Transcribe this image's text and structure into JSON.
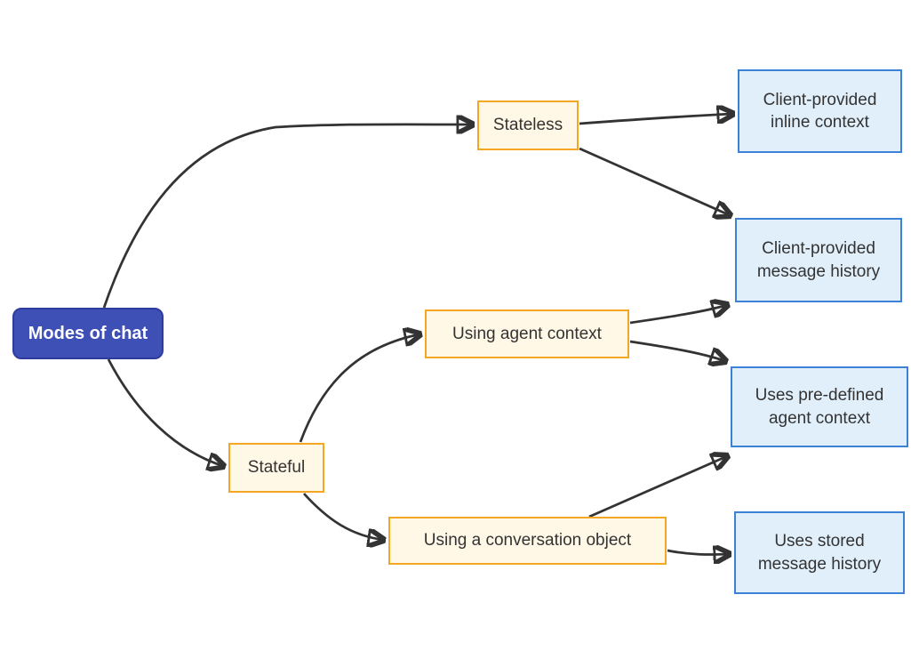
{
  "diagram": {
    "background": "#ffffff",
    "nodes": {
      "root": {
        "label": "Modes of chat",
        "type": "root"
      },
      "stateless": {
        "label": "Stateless",
        "type": "branch"
      },
      "stateful": {
        "label": "Stateful",
        "type": "branch"
      },
      "agent_context": {
        "label": "Using agent context",
        "type": "branch"
      },
      "conversation": {
        "label": "Using a conversation object",
        "type": "branch"
      },
      "inline_context": {
        "label": "Client-provided inline context",
        "type": "leaf"
      },
      "message_history": {
        "label": "Client-provided message history",
        "type": "leaf"
      },
      "predefined_context": {
        "label": "Uses pre-defined agent context",
        "type": "leaf"
      },
      "stored_history": {
        "label": "Uses stored message history",
        "type": "leaf"
      }
    },
    "edges": [
      {
        "from": "root",
        "to": "stateless"
      },
      {
        "from": "root",
        "to": "stateful"
      },
      {
        "from": "stateless",
        "to": "inline_context"
      },
      {
        "from": "stateless",
        "to": "message_history"
      },
      {
        "from": "stateful",
        "to": "agent_context"
      },
      {
        "from": "stateful",
        "to": "conversation"
      },
      {
        "from": "agent_context",
        "to": "message_history"
      },
      {
        "from": "agent_context",
        "to": "predefined_context"
      },
      {
        "from": "conversation",
        "to": "predefined_context"
      },
      {
        "from": "conversation",
        "to": "stored_history"
      }
    ],
    "colors": {
      "root_fill": "#3e4fb5",
      "root_border": "#2e3c9e",
      "root_text": "#ffffff",
      "branch_fill": "#fff8e6",
      "branch_border": "#f5a623",
      "leaf_fill": "#e1effb",
      "leaf_border": "#3b82d6",
      "node_text": "#333333",
      "edge": "#333333"
    }
  }
}
